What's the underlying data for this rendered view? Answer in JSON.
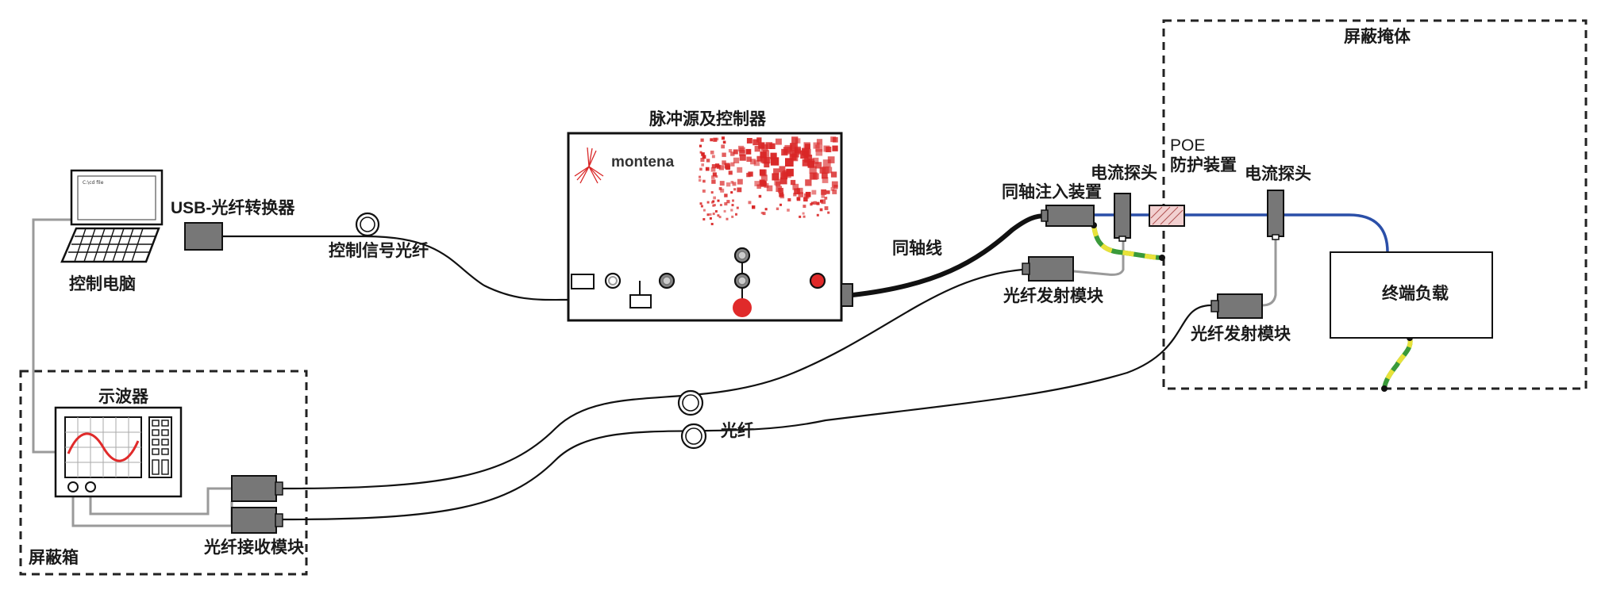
{
  "labels": {
    "laptop": "控制电脑",
    "usb_converter": "USB-光纤转换器",
    "control_fiber": "控制信号光纤",
    "pulse_source": "脉冲源及控制器",
    "coax": "同轴线",
    "coax_injector": "同轴注入装置",
    "current_probe_1": "电流探头",
    "current_probe_2": "电流探头",
    "poe": "POE",
    "poe_protect": "防护装置",
    "fiber_tx_1": "光纤发射模块",
    "fiber_tx_2": "光纤发射模块",
    "shield_room": "屏蔽掩体",
    "terminal_load": "终端负载",
    "oscilloscope": "示波器",
    "shield_box": "屏蔽箱",
    "fiber_rx": "光纤接收模块",
    "fiber": "光纤",
    "brand": "montena",
    "screen_text": "C:\\cd file"
  },
  "colors": {
    "line": "#111111",
    "gray_line": "#9a9a9a",
    "device_fill": "#777777",
    "blue_cable": "#2b4fa8",
    "ground_green": "#3a9a3a",
    "ground_yellow": "#e8e23a",
    "red": "#e02a2a",
    "pixel_red": "#d92626"
  }
}
